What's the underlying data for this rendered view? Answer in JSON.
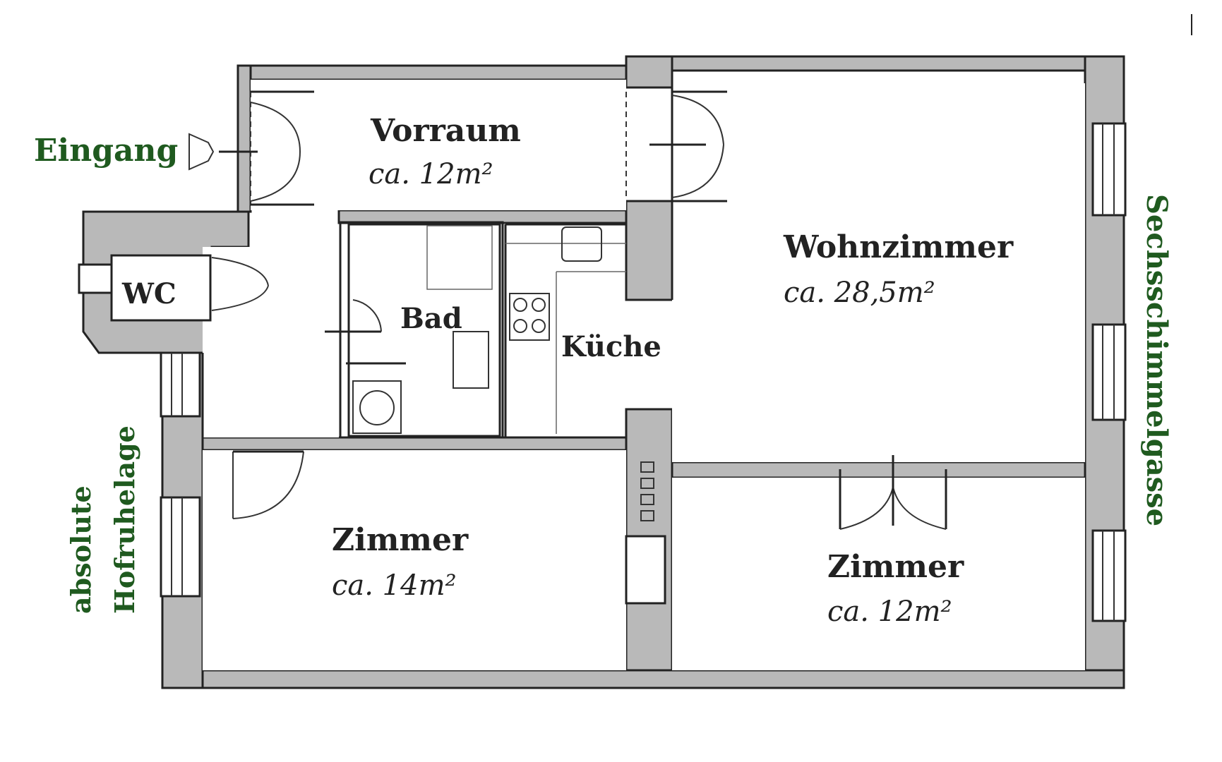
{
  "rooms": {
    "vorraum": {
      "name": "Vorraum",
      "area": "ca. 12m²"
    },
    "wc": {
      "name": "WC"
    },
    "bad": {
      "name": "Bad"
    },
    "kueche": {
      "name": "Küche"
    },
    "wohnzimmer": {
      "name": "Wohnzimmer",
      "area": "ca. 28,5m²"
    },
    "zimmer_left": {
      "name": "Zimmer",
      "area": "ca. 14m²"
    },
    "zimmer_right": {
      "name": "Zimmer",
      "area": "ca. 12m²"
    }
  },
  "labels": {
    "entrance": "Eingang",
    "courtyard_line1": "absolute",
    "courtyard_line2": "Hofruhelage",
    "street": "Sechsschimmelgasse"
  },
  "colors": {
    "wall_fill": "#b9b9b9",
    "outside_labels": "#1f5a1f"
  }
}
